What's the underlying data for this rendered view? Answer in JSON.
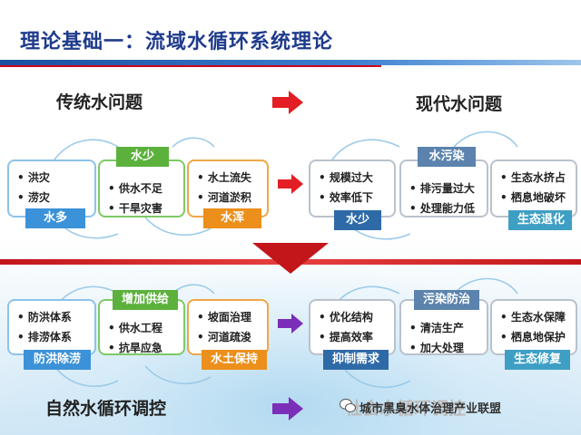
{
  "title": "理论基础一：流域水循环系统理论",
  "headings": {
    "traditional": "传统水问题",
    "modern": "现代水问题",
    "natural": "自然水循环调控",
    "social": "社会水循环调控"
  },
  "top_row": [
    {
      "tag": "水多",
      "items": [
        "洪灾",
        "涝灾"
      ]
    },
    {
      "tag": "水少",
      "items": [
        "供水不足",
        "干旱灾害"
      ]
    },
    {
      "tag": "水浑",
      "items": [
        "水土流失",
        "河道淤积"
      ]
    },
    {
      "tag": "水少",
      "items": [
        "规模过大",
        "效率低下"
      ]
    },
    {
      "tag": "水污染",
      "items": [
        "排污量过大",
        "处理能力低"
      ]
    },
    {
      "tag": "生态退化",
      "items": [
        "生态水挤占",
        "栖息地破坏"
      ]
    }
  ],
  "bottom_row": [
    {
      "tag": "防洪除涝",
      "items": [
        "防洪体系",
        "排涝体系"
      ]
    },
    {
      "tag": "增加供给",
      "items": [
        "供水工程",
        "抗旱应急"
      ]
    },
    {
      "tag": "水土保持",
      "items": [
        "坡面治理",
        "河道疏浚"
      ]
    },
    {
      "tag": "抑制需求",
      "items": [
        "优化结构",
        "提高效率"
      ]
    },
    {
      "tag": "污染防治",
      "items": [
        "清洁生产",
        "加大处理"
      ]
    },
    {
      "tag": "生态修复",
      "items": [
        "生态水保障",
        "栖息地保护"
      ]
    }
  ],
  "bullet": "•",
  "watermark": "城市黑臭水体治理产业联盟",
  "colors": {
    "title": "#1f3b8c",
    "red_arrow": "#e31e24",
    "purple_arrow": "#7b2fb8",
    "blue_tag": "#3c92d8",
    "green_tag": "#5cb13d",
    "orange_tag": "#ec8f1b"
  },
  "icons": [
    "right-arrow-icon",
    "down-arrow-icon",
    "wechat-icon"
  ]
}
